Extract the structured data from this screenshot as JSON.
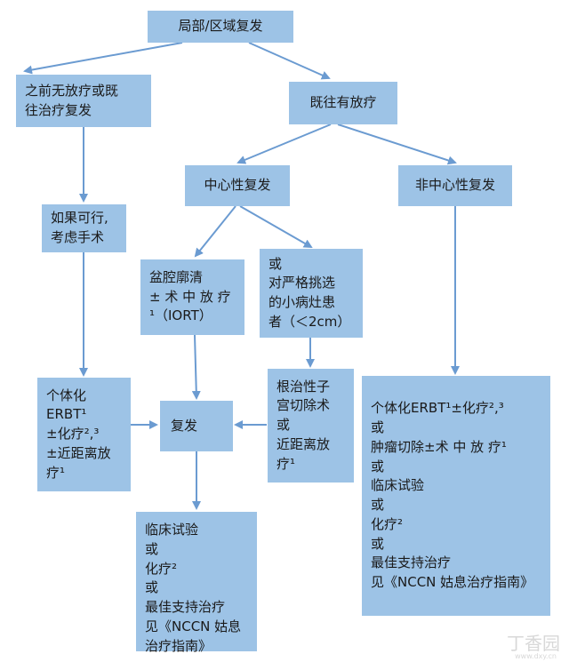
{
  "nodes": {
    "root": "局部/区域复发",
    "no_prior_rt": "之前无放疗或既\n往治疗复发",
    "prior_rt": "既往有放疗",
    "central": "中心性复发",
    "noncentral": "非中心性复发",
    "surgery": "如果可行,\n考虑手术",
    "pelvic": "盆腔廓清\n± 术 中 放 疗\n¹（IORT）",
    "small_lesion": "或\n对严格挑选\n的小病灶患\n者（＜2cm）",
    "radical": "根治性子\n宫切除术\n或\n近距离放\n疗¹",
    "individualized_left": "个体化\nERBT¹\n±化疗²,³\n±近距离放\n疗¹",
    "recurrence": "复发",
    "clinical_trial": "临床试验\n或\n化疗²\n或\n最佳支持治疗\n见《NCCN 姑息\n治疗指南》",
    "right_options": "个体化ERBT¹±化疗²,³\n或\n肿瘤切除±术 中 放 疗¹\n或\n临床试验\n或\n化疗²\n或\n最佳支持治疗\n见《NCCN 姑息治疗指南》"
  },
  "watermark": "丁香园",
  "watermark_url": "www.dxy.cn",
  "colors": {
    "box": "#9dc3e6",
    "arrow": "#6b9bd1"
  }
}
